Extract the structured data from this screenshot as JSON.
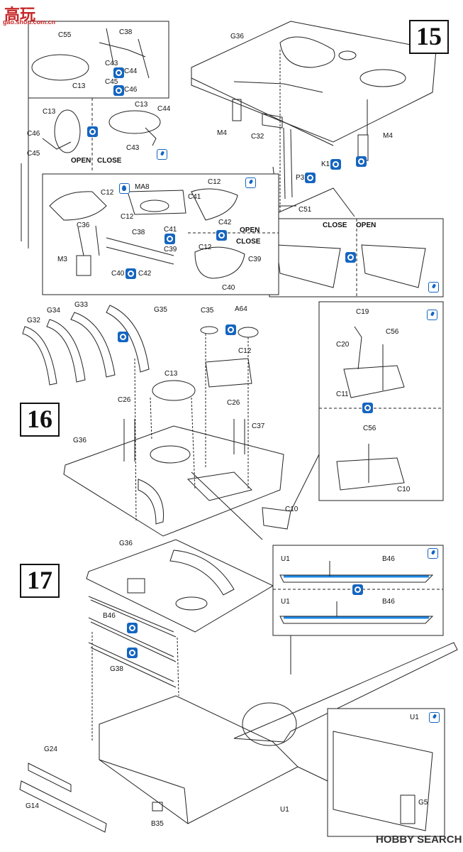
{
  "watermark_top": {
    "logo_text": "高玩",
    "url_text": "gao.shou.com.cn"
  },
  "watermark_bottom": {
    "brand_text": "HOBBY SEARCH"
  },
  "steps": {
    "s15": "15",
    "s16": "16",
    "s17": "17"
  },
  "colors": {
    "icon_blue": "#1565c0",
    "rail_blue": "#1e88e5",
    "wm_red": "#c62828"
  },
  "step15_inset_labels": {
    "c55": "C55",
    "c38": "C38",
    "c43": "C43",
    "c45": "C45",
    "c44": "C44",
    "c46": "C46",
    "c13": "C13",
    "c13b": "C13",
    "c13c": "C13",
    "c46b": "C46",
    "c45b": "C45",
    "c44b": "C44",
    "c43b": "C43",
    "open": "OPEN",
    "close": "CLOSE"
  },
  "step15_main_labels": {
    "g36": "G36",
    "m4a": "M4",
    "c32": "C32",
    "m4b": "M4",
    "k1": "K1",
    "p3": "P3",
    "c51": "C51"
  },
  "step15_inset2_labels": {
    "close": "CLOSE",
    "open": "OPEN"
  },
  "step16_inset_labels": {
    "c12a": "C12",
    "ma8": "MA8",
    "c12b": "C12",
    "c12c": "C12",
    "c41": "C41",
    "c42": "C42",
    "c36": "C36",
    "c38": "C38",
    "c41b": "C41",
    "c39": "C39",
    "m3": "M3",
    "c40": "C40",
    "c42b": "C42",
    "c12d": "C12",
    "c39b": "C39",
    "c40b": "C40",
    "open": "OPEN",
    "close": "CLOSE"
  },
  "step16_main_labels": {
    "g32": "G32",
    "g34": "G34",
    "g33": "G33",
    "g35": "G35",
    "c35": "C35",
    "a64": "A64",
    "c12": "C12",
    "c13": "C13",
    "c26a": "C26",
    "c26b": "C26",
    "c37": "C37",
    "g36": "G36",
    "c10": "C10"
  },
  "step16_right_inset_labels": {
    "c19": "C19",
    "c20": "C20",
    "c56": "C56",
    "c11": "C11",
    "c56b": "C56",
    "c10": "C10"
  },
  "step17_main_labels": {
    "g36": "G36",
    "b46": "B46",
    "g38": "G38",
    "g24": "G24",
    "g14": "G14",
    "b35": "B35",
    "u1": "U1"
  },
  "step17_top_inset_labels": {
    "u1a": "U1",
    "b46a": "B46",
    "u1b": "U1",
    "b46b": "B46"
  },
  "step17_bottom_inset_labels": {
    "u1": "U1",
    "g5": "G5"
  }
}
